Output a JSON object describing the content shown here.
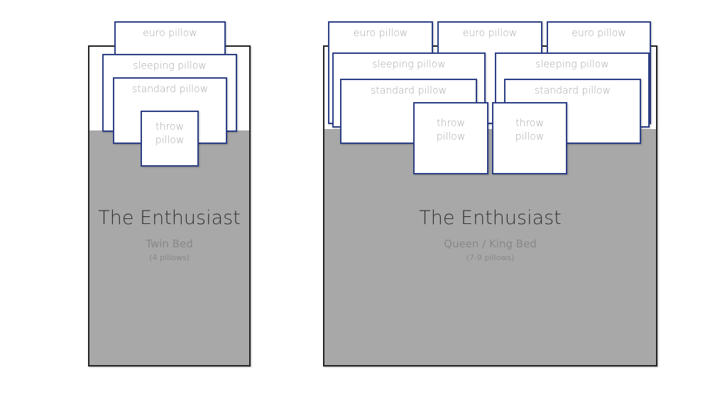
{
  "labels": {
    "euro": "euro pillow",
    "sleeping": "sleeping pillow",
    "standard": "standard pillow",
    "throw1": "throw",
    "throw2": "pillow"
  },
  "twin": {
    "title": "The Enthusiast",
    "bed": "Twin Bed",
    "count": "(4 pillows)"
  },
  "queen": {
    "title": "The Enthusiast",
    "bed": "Queen / King Bed",
    "count": "(7-9 pillows)"
  }
}
